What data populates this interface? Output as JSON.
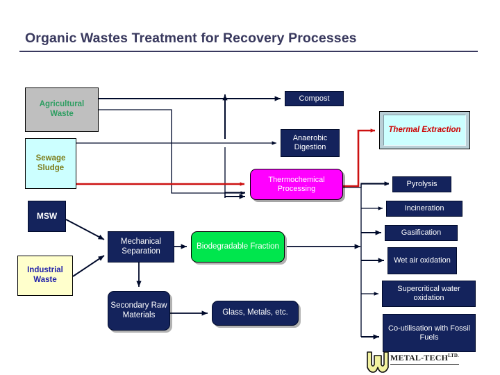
{
  "slide": {
    "title": "Organic Wastes Treatment for Recovery Processes"
  },
  "sources": {
    "agricultural": "Agricultural Waste",
    "sewage": "Sewage Sludge",
    "msw": "MSW",
    "industrial": "Industrial Waste"
  },
  "processes": {
    "compost": "Compost",
    "anaerobic": "Anaerobic Digestion",
    "thermochemical": "Thermochemical Processing",
    "thermal_extraction": "Thermal Extraction",
    "mechanical_separation": "Mechanical Separation",
    "biodegradable": "Biodegradable Fraction",
    "secondary": "Secondary Raw Materials",
    "glass": "Glass, Metals, etc."
  },
  "outputs": [
    "Pyrolysis",
    "Incineration",
    "Gasification",
    "Wet air oxidation",
    "Supercritical water oxidation",
    "Co-utilisation with Fossil Fuels"
  ],
  "logo": {
    "name": "METAL-TECH",
    "suffix": "LTD.",
    "emblem": "metal-tech-m-emblem"
  },
  "colors": {
    "title": "#39395e",
    "navy": "#14235c",
    "magenta": "#ff00ff",
    "green": "#00e64d",
    "gray": "#bfbfbf",
    "cyan": "#ccffff",
    "cream": "#ffffcc",
    "red_wire": "#cc1111",
    "black_wire": "#000a2b"
  }
}
